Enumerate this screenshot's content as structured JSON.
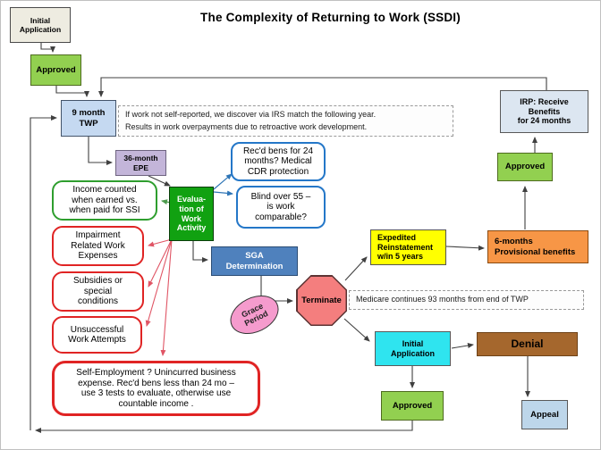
{
  "title": "The Complexity of Returning to Work (SSDI)",
  "colors": {
    "cream": "#EEECE1",
    "approved-green": "#92D050",
    "twp-blue": "#C5D9F1",
    "irp-blue": "#DCE6F1",
    "epe-purple": "#C3B5D9",
    "eval-green": "#11A111",
    "sga-blue": "#4F81BD",
    "terminate-red": "#F47E7E",
    "grace-pink": "#F59BCD",
    "expedited-yellow": "#FFFF00",
    "provisional-orange": "#F79646",
    "app-cyan": "#2FE4EF",
    "denial-brown": "#A5672D",
    "appeal-blue": "#BDD6EA",
    "red-outline": "#E02424",
    "green-outline": "#2E9E2E",
    "blue-outline": "#2477C8",
    "arrow-dark": "#404040",
    "arrow-red": "#E05565",
    "arrow-green": "#4D9B4D",
    "arrow-blue": "#2E75B6"
  },
  "nodes": {
    "initial_application_top": {
      "label": "Initial\nApplication"
    },
    "approved_top": {
      "label": "Approved"
    },
    "twp": {
      "label": "9 month\nTWP"
    },
    "irs_note": {
      "label": "If work not self-reported, we  discover via IRS match the following year.\nResults in work overpayments due to retroactive work development."
    },
    "irp": {
      "label": "IRP: Receive\nBenefits\nfor 24 months"
    },
    "epe": {
      "label": "36-month\nEPE"
    },
    "cdr_protection": {
      "label": "Rec'd bens for 24\nmonths? Medical\nCDR protection"
    },
    "blind_over_55": {
      "label": "Blind over 55 –\nis work\ncomparable?"
    },
    "income_counted": {
      "label": "Income counted\nwhen earned vs.\nwhen paid for SSI"
    },
    "evaluation": {
      "label": "Evalua-\ntion of\nWork\nActivity"
    },
    "impairment": {
      "label": "Impairment\nRelated Work\nExpenses"
    },
    "subsidies": {
      "label": "Subsidies or\nspecial\nconditions"
    },
    "unsuccessful": {
      "label": "Unsuccessful\nWork Attempts"
    },
    "self_employment": {
      "label": "Self-Employment ?  Unincurred business\nexpense.  Rec'd  bens less than 24 mo –\nuse 3 tests to evaluate, otherwise use\ncountable income ."
    },
    "sga": {
      "label": "SGA\nDetermination"
    },
    "grace_period": {
      "label": "Grace\nPeriod"
    },
    "terminate": {
      "label": "Terminate"
    },
    "expedited": {
      "label": "Expedited\nReinstatement\nw/in 5 years"
    },
    "provisional": {
      "label": "6-months\nProvisional benefits"
    },
    "approved_right": {
      "label": "Approved"
    },
    "medicare_note": {
      "label": "Medicare continues 93 months from end of TWP"
    },
    "initial_application_bottom": {
      "label": "Initial\nApplication"
    },
    "denial": {
      "label": "Denial"
    },
    "approved_bottom": {
      "label": "Approved"
    },
    "appeal": {
      "label": "Appeal"
    }
  }
}
